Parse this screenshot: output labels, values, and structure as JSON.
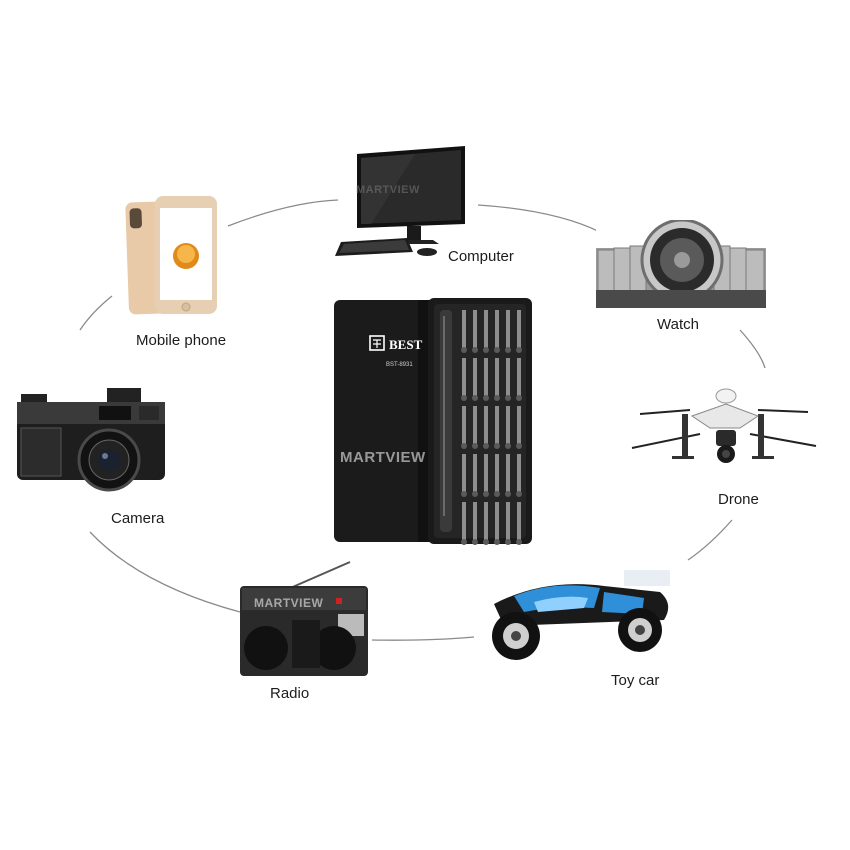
{
  "labels": {
    "computer": "Computer",
    "watch": "Watch",
    "mobile_phone": "Mobile phone",
    "drone": "Drone",
    "camera": "Camera",
    "toy_car": "Toy car",
    "radio": "Radio"
  },
  "product": {
    "brand": "BEST",
    "model": "BST-8931"
  },
  "watermark": "MARTVIEW",
  "colors": {
    "case": "#1b1b1b",
    "line": "#8a8a8a",
    "toy_car_accent": "#2f8fd8"
  }
}
